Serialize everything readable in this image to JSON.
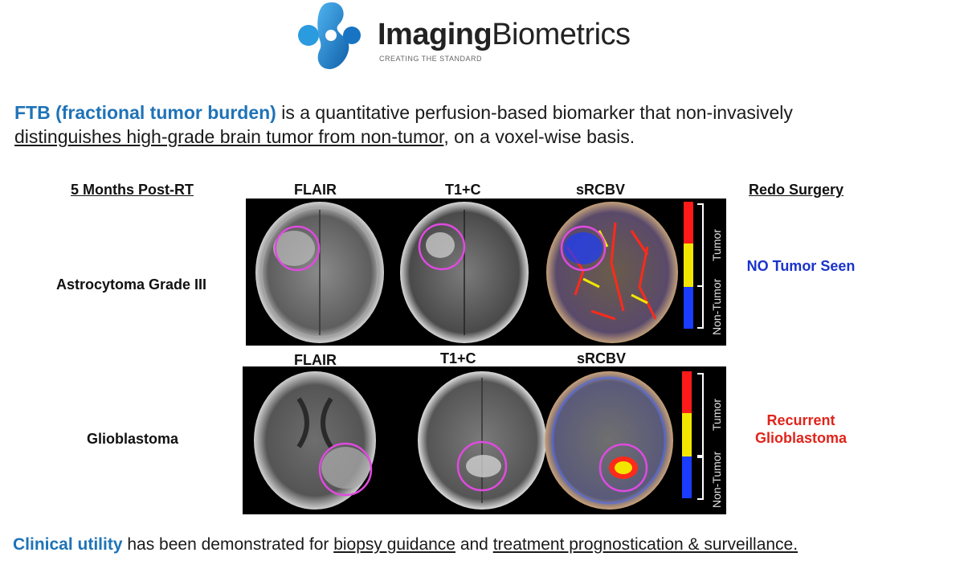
{
  "logo": {
    "brand_bold": "Imaging",
    "brand_regular": "Biometrics",
    "tagline": "CREATING THE STANDARD",
    "color": "#1f8fd8"
  },
  "intro": {
    "term": "FTB (fractional tumor burden)",
    "text_after_term": " is a quantitative perfusion-based biomarker that non-invasively",
    "underlined": "distinguishes high-grade brain tumor from non-tumor",
    "text_end": ", on a voxel-wise basis."
  },
  "figure": {
    "left_header": "5 Months Post-RT",
    "right_header": "Redo Surgery",
    "scale_labels": {
      "top": "Tumor",
      "bottom": "Non-Tumor"
    },
    "scale_colors": [
      "#ff1a1a",
      "#f2e600",
      "#1a3cff"
    ],
    "rows": [
      {
        "label": "Astrocytoma Grade III",
        "columns": [
          "FLAIR",
          "T1+C",
          "sRCBV"
        ],
        "outcome": "NO Tumor Seen",
        "outcome_color": "#1a33cc"
      },
      {
        "label": "Glioblastoma",
        "columns": [
          "FLAIR",
          "T1+C",
          "sRCBV"
        ],
        "outcome_line1": "Recurrent",
        "outcome_line2": "Glioblastoma",
        "outcome_color": "#e0241b"
      }
    ]
  },
  "footer": {
    "term": "Clinical utility",
    "text1": " has been demonstrated for ",
    "link1": "biopsy guidance",
    "text2": " and ",
    "link2": "treatment prognostication & surveillance."
  }
}
